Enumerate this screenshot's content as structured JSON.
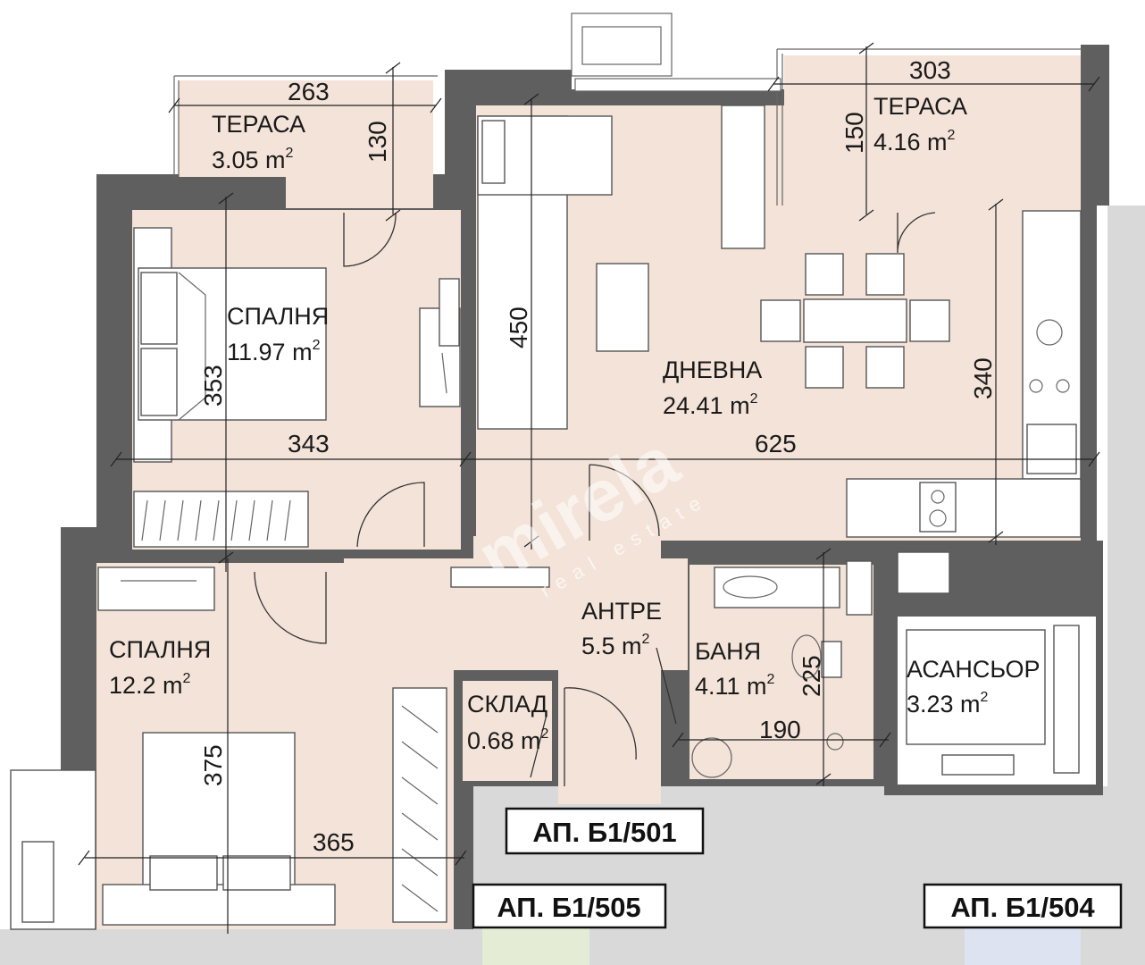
{
  "rooms": [
    {
      "id": "terrace-left",
      "name": "ТЕРАСА",
      "area": "3.05 m",
      "unit_sup": "2"
    },
    {
      "id": "terrace-right",
      "name": "ТЕРАСА",
      "area": "4.16 m",
      "unit_sup": "2"
    },
    {
      "id": "bedroom-top",
      "name": "СПАЛНЯ",
      "area": "11.97 m",
      "unit_sup": "2"
    },
    {
      "id": "living",
      "name": "ДНЕВНА",
      "area": "24.41 m",
      "unit_sup": "2"
    },
    {
      "id": "hall",
      "name": "АНТРЕ",
      "area": "5.5 m",
      "unit_sup": "2"
    },
    {
      "id": "bathroom",
      "name": "БАНЯ",
      "area": "4.11 m",
      "unit_sup": "2"
    },
    {
      "id": "bedroom-bottom",
      "name": "СПАЛНЯ",
      "area": "12.2 m",
      "unit_sup": "2"
    },
    {
      "id": "storage",
      "name": "СКЛАД",
      "area": "0.68 m",
      "unit_sup": "2"
    },
    {
      "id": "elevator",
      "name": "АСАНСЬОР",
      "area": "3.23 m",
      "unit_sup": "2"
    }
  ],
  "dimensions": {
    "terrace_left_w": "263",
    "terrace_left_d": "130",
    "terrace_right_w": "303",
    "terrace_right_d": "150",
    "bedroom_top_w": "343",
    "bedroom_top_d": "353",
    "living_d": "450",
    "living_w": "625",
    "kitchen_d": "340",
    "bath_w": "190",
    "bath_d": "225",
    "bedroom_bottom_d": "375",
    "bedroom_bottom_w": "365"
  },
  "apartment_tags": {
    "main": "АП. Б1/501",
    "left": "АП. Б1/505",
    "right": "АП. Б1/504"
  },
  "watermark": {
    "brand": "mirela",
    "sub": "real estate"
  },
  "colors": {
    "floor": "#f3e3d8",
    "walls": "#5f5f5f",
    "corridor": "#d9d9d9"
  }
}
